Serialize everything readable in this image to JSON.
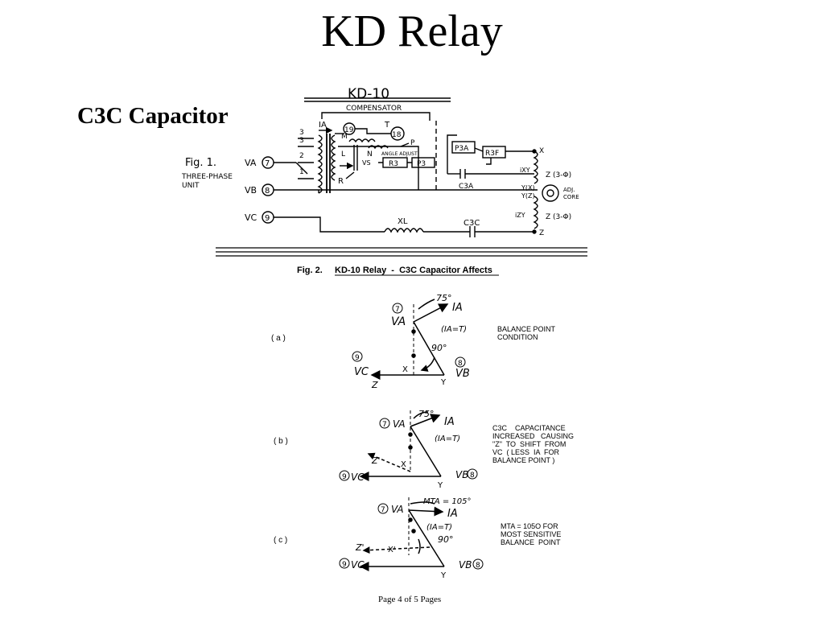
{
  "slide": {
    "title": "KD Relay",
    "subtitle": "C3C Capacitor"
  },
  "fig1": {
    "title": "KD-10",
    "compensator": "COMPENSATOR",
    "fig_label": "Fig. 1.",
    "unit_label_1": "THREE-PHASE",
    "unit_label_2": "UNIT",
    "terminals": {
      "va_label": "VA",
      "va_num": "7",
      "vb_label": "VB",
      "vb_num": "8",
      "vc_label": "VC",
      "vc_num": "9"
    },
    "labels": {
      "ia": "IA",
      "n19": "19",
      "t": "T",
      "n18": "18",
      "m": "M",
      "l": "L",
      "n": "N",
      "p": "P",
      "angle_adjust": "ANGLE ADJUST",
      "vs": "VS",
      "r": "R",
      "r3": "R3",
      "p3": "P3",
      "p3a": "P3A",
      "r3f": "R3F",
      "c3a": "C3A",
      "x": "X",
      "ixy": "iXY",
      "z3": "Z (3-Φ)",
      "yx": "Y(X)",
      "yz": "Y(Z)",
      "adj_core_1": "ADJ.",
      "adj_core_2": "CORE",
      "izy": "iZY",
      "z3b": "Z (3-Φ)",
      "z": "Z",
      "xl": "XL",
      "c3c": "C3C",
      "w1": "1",
      "w2": "2",
      "w3": "3",
      "w3b": "3"
    }
  },
  "fig2": {
    "caption_num": "Fig. 2.",
    "caption_text": "KD-10 Relay  -  C3C Capacitor Affects",
    "panel_a": {
      "label": "( a )",
      "note": [
        "BALANCE POINT",
        "CONDITION"
      ],
      "angle_top": "75°",
      "ia": "IA",
      "va_num": "7",
      "va": "VA",
      "iat": "(IA=T)",
      "angle_mid": "90°",
      "vc_num": "9",
      "vc": "VC",
      "x": "X",
      "vb_num": "8",
      "vb": "VB",
      "z": "Z",
      "y": "Y"
    },
    "panel_b": {
      "label": "( b )",
      "note": [
        "C3C    CAPACITANCE",
        "INCREASED   CAUSING",
        "\"Z\"  TO  SHIFT  FROM",
        "VC  ( LESS  IA  FOR",
        "BALANCE POINT )"
      ],
      "angle_top": "75°",
      "ia": "IA",
      "va_num": "7",
      "va": "VA",
      "iat": "(IA=T)",
      "zp": "Z'",
      "x": "X",
      "vc_num": "9",
      "vc": "VC",
      "vb": "VB",
      "vb_num": "8",
      "y": "Y"
    },
    "panel_c": {
      "label": "( c )",
      "note": [
        "MTA = 105O FOR",
        "MOST SENSITIVE",
        "BALANCE  POINT"
      ],
      "mta": "MTA = 105°",
      "ia": "IA",
      "va_num": "7",
      "va": "VA",
      "iat": "(IA=T)",
      "angle_mid": "90°",
      "zp": "Z'",
      "xp": "X'",
      "vc_num": "9",
      "vc": "VC",
      "vb": "VB",
      "vb_num": "8",
      "y": "Y"
    }
  },
  "footer": "Page 4 of  5 Pages"
}
